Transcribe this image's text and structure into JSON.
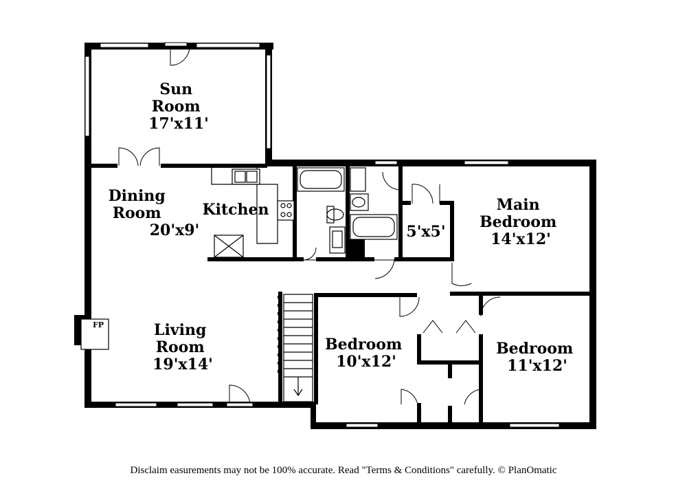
{
  "rooms": [
    {
      "id": "sun-room",
      "lines": [
        "Sun",
        "Room",
        "17'x11'"
      ]
    },
    {
      "id": "dining-room",
      "lines": [
        "Dining",
        "Room",
        "20'x9'"
      ]
    },
    {
      "id": "kitchen",
      "lines": [
        "Kitchen"
      ]
    },
    {
      "id": "closet",
      "lines": [
        "5'x5'"
      ]
    },
    {
      "id": "main-bedroom",
      "lines": [
        "Main",
        "Bedroom",
        "14'x12'"
      ]
    },
    {
      "id": "living-room",
      "lines": [
        "Living",
        "Room",
        "19'x14'"
      ]
    },
    {
      "id": "bedroom-a",
      "lines": [
        "Bedroom",
        "10'x12'"
      ]
    },
    {
      "id": "bedroom-b",
      "lines": [
        "Bedroom",
        "11'x12'"
      ]
    }
  ],
  "fireplace_label": "FP",
  "disclaimer": "Disclaim    easurements may not be 100% accurate. Read \"Terms & Conditions\" carefully. © PlanOmatic"
}
